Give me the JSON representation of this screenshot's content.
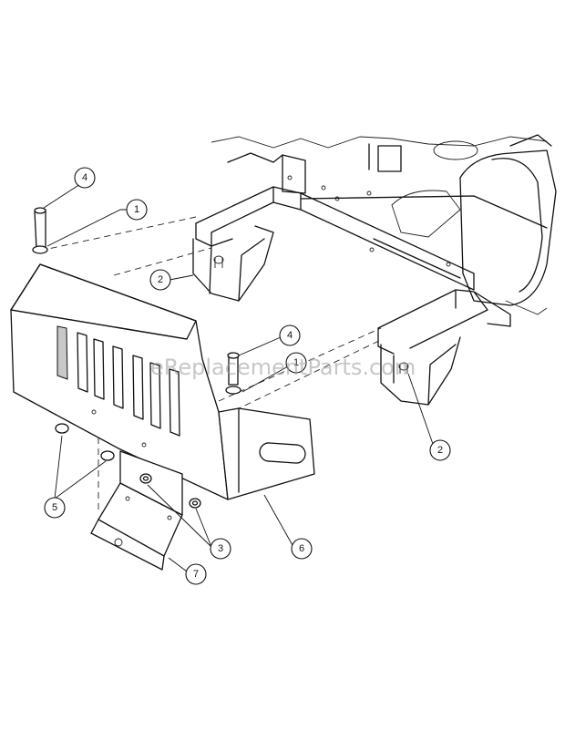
{
  "watermark": "eReplacementParts.com",
  "callouts": [
    "4",
    "1",
    "2",
    "4",
    "1",
    "2",
    "5",
    "3",
    "6",
    "7"
  ]
}
